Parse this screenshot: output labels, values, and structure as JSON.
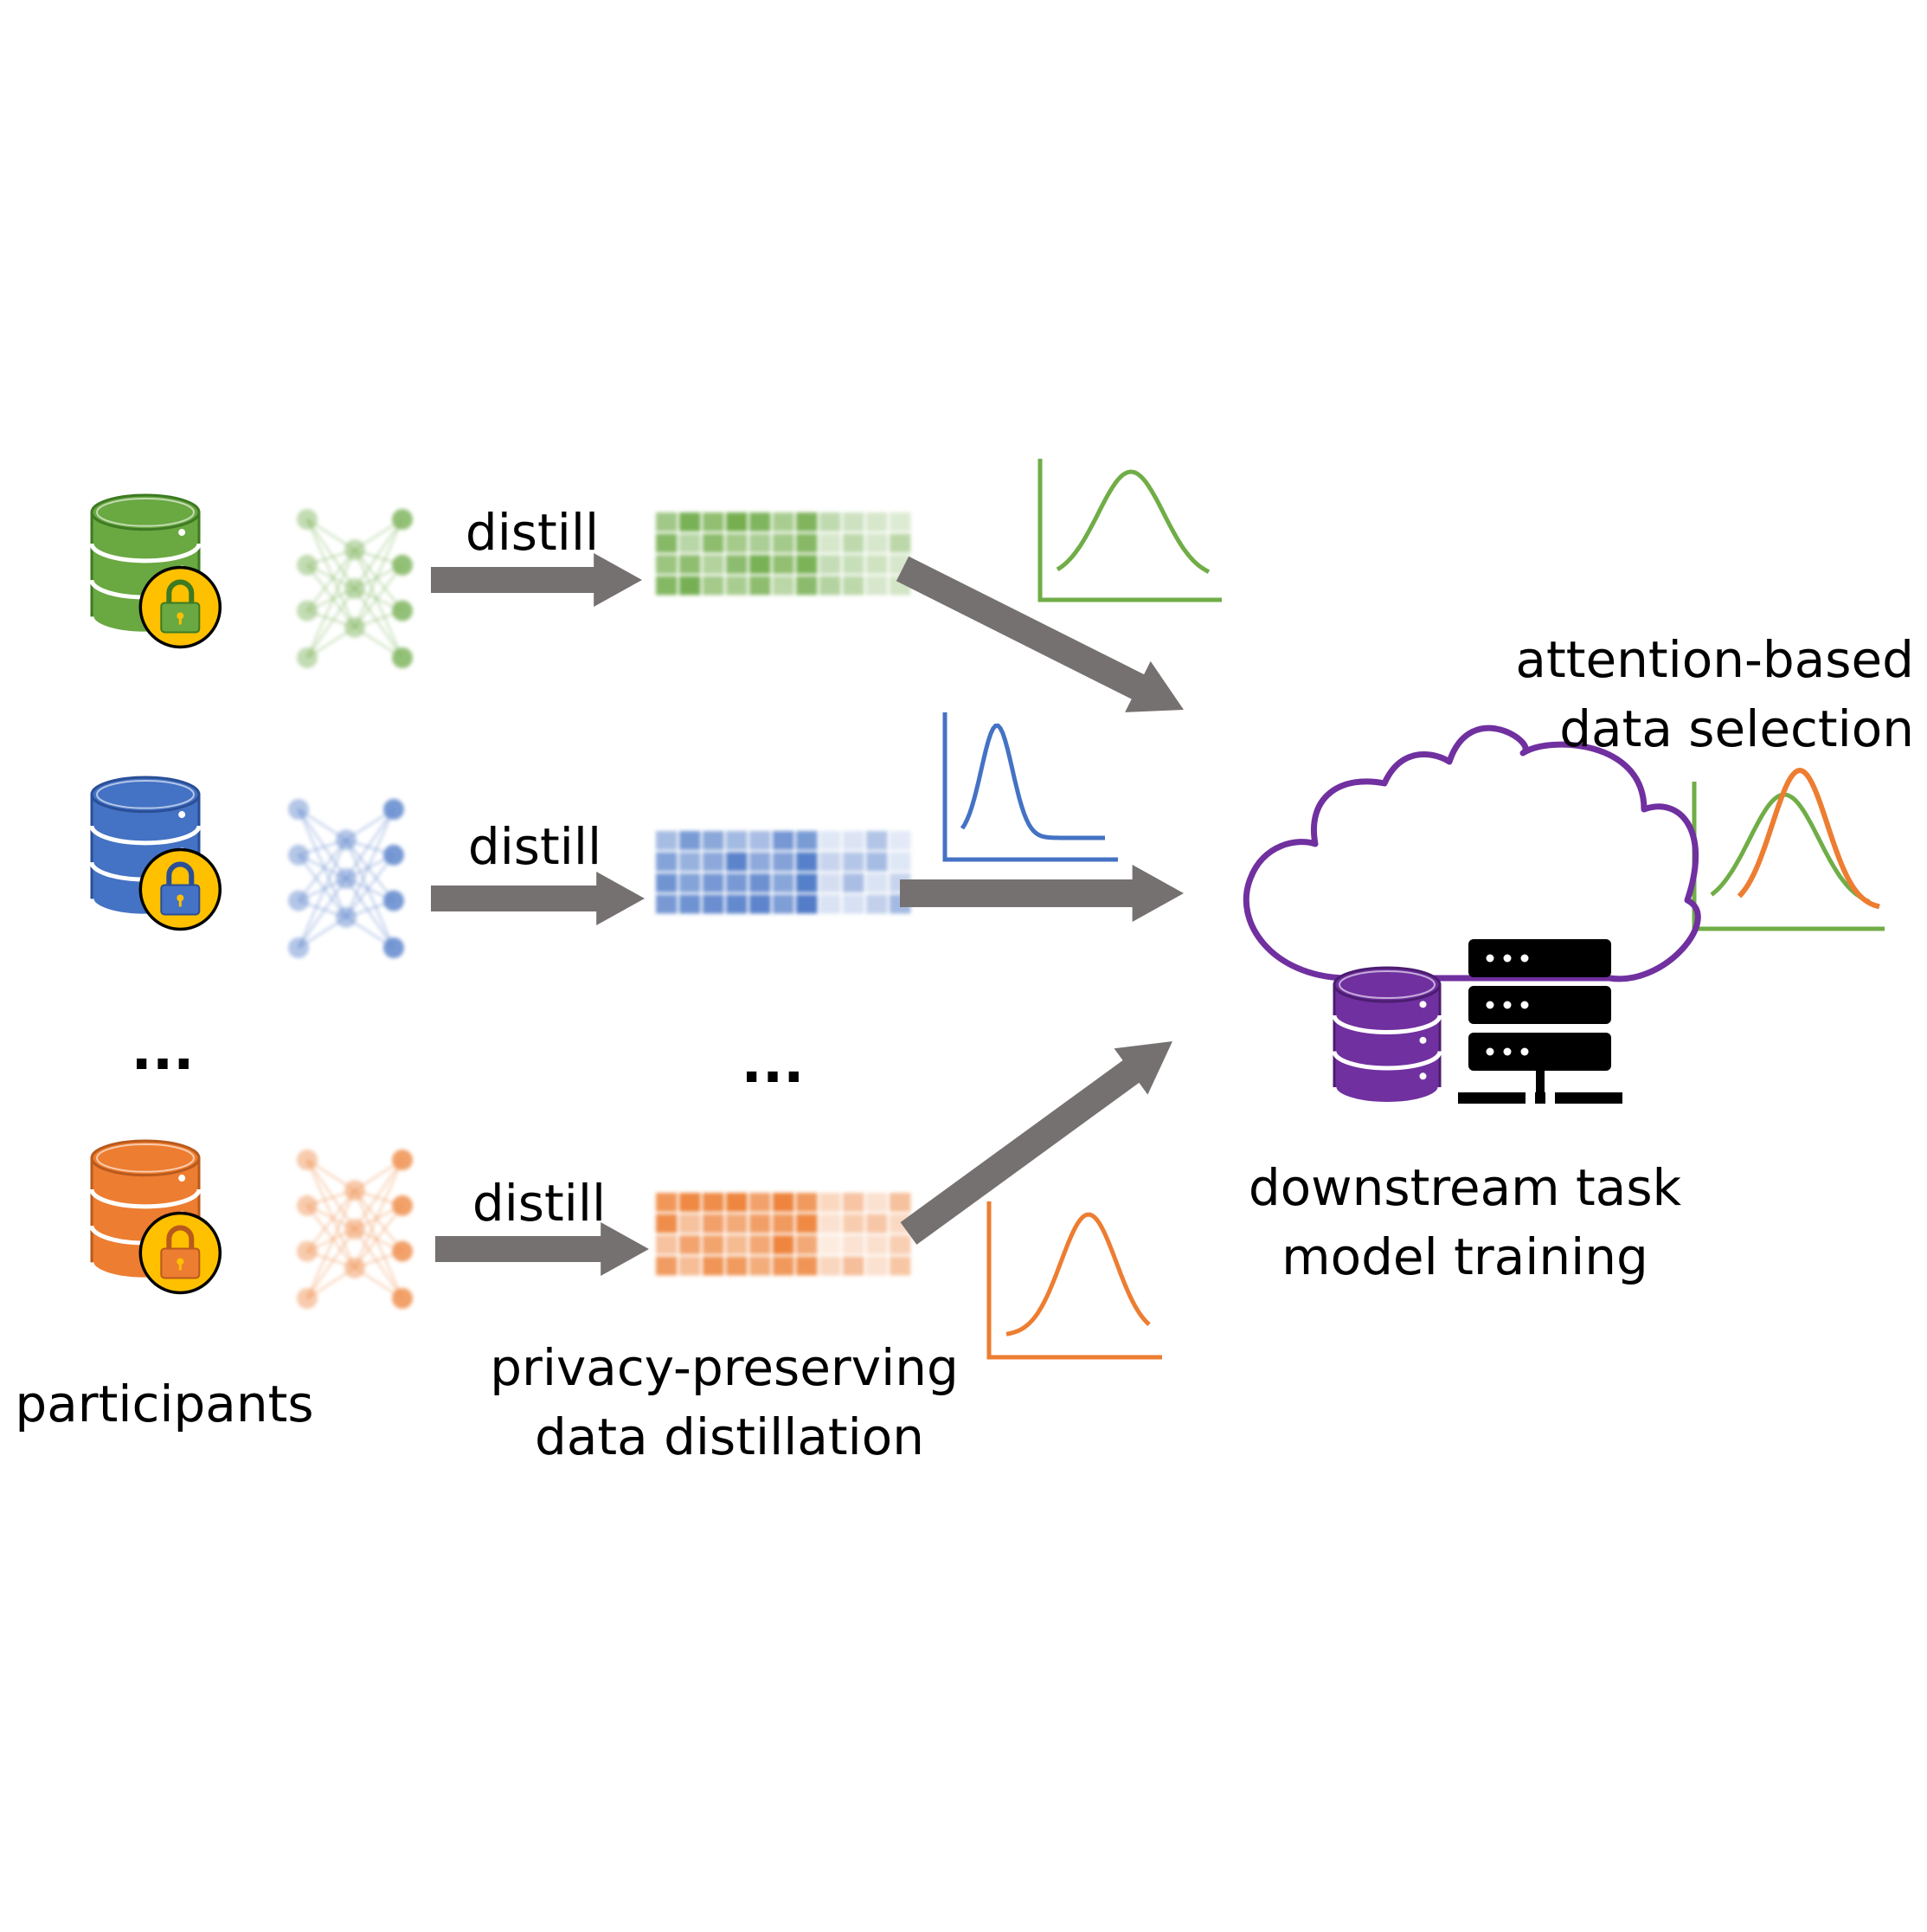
{
  "labels": {
    "distill": "distill",
    "ellipsis": "...",
    "participants": "participants",
    "distillation_line1": "privacy-preserving",
    "distillation_line2": "data distillation",
    "selection_line1": "attention-based",
    "selection_line2": "data selection",
    "training_line1": "downstream task",
    "training_line2": "model training"
  },
  "participants": [
    {
      "id": "green",
      "color": "#6aa842",
      "dark": "#3d7a22"
    },
    {
      "id": "blue",
      "color": "#4472c4",
      "dark": "#2a4f96"
    },
    {
      "id": "orange",
      "color": "#ed7d31",
      "dark": "#b85a1c"
    }
  ],
  "colors": {
    "arrow": "#767171",
    "server": "#7030a0",
    "lock_fill": "#ffc000",
    "green": "#70ad47",
    "blue": "#4472c4",
    "orange": "#ed7d31"
  },
  "icons": [
    "database-icon",
    "lock-icon",
    "neural-network-icon",
    "data-grid-icon",
    "distribution-icon",
    "cloud-icon",
    "server-rack-icon",
    "arrow-icon"
  ]
}
